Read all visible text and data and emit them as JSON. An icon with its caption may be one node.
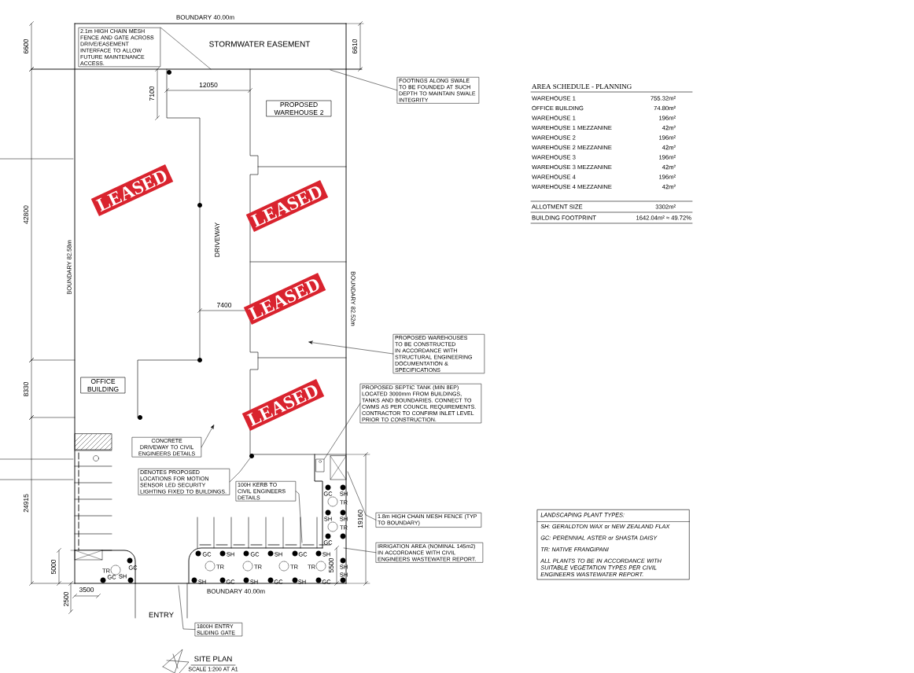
{
  "diagram": {
    "nodes": [
      {
        "text": [
          "2.1m HIGH CHAIN MESH FENCE AND GATE ACROSS DRIVE/EASEMENT INTERFACE TO ALLOW FUTURE MAINTENANCE ACCESS."
        ]
      },
      {
        "text": [
          "FOOTINGS ALONG SWALE TO BE FOUNDED AT SUCH DEPTH TO MAINTAIN SWALE INTEGRITY"
        ]
      },
      {
        "text": [
          "PROPOSED WAREHOUSE 2"
        ]
      },
      {
        "text": [
          "OFFICE BUILDING"
        ]
      },
      {
        "text": [
          "PROPOSED WAREHOUSES TO BE CONSTRUCTED IN ACCORDANCE WITH STRUCTURAL ENGINEERING DOCUMENTATION & SPECIFICATIONS"
        ]
      },
      {
        "text": [
          "PROPOSED SEPTIC TANK (MIN 8EP) LOCATED 3000mm FROM BUILDINGS, TANKS AND BOUNDARIES. CONNECT TO CWMS AS PER COUNCIL REQUIREMENTS. CONTRACTOR TO CONFIRM INLET LEVEL PRIOR TO CONSTRUCTION."
        ]
      },
      {
        "text": [
          "CONCRETE DRIVEWAY TO CIVIL ENGINEERS DETAILS"
        ]
      },
      {
        "text": [
          "DENOTES PROPOSED LOCATIONS FOR MOTION SENSOR LED SECURITY LIGHTING FIXED TO BUILDINGS."
        ]
      },
      {
        "text": [
          "100H KERB TO CIVIL ENGINEERS DETAILS"
        ]
      },
      {
        "text": [
          "1.8m HIGH CHAIN MESH FENCE (TYP TO BOUNDARY)"
        ]
      },
      {
        "text": [
          "IRRIGATION AREA (NOMINAL 145m2) IN ACCORDANCE WITH CIVIL ENGINEERS WASTEWATER REPORT."
        ]
      },
      {
        "text": [
          "1800H ENTRY SLIDING GATE"
        ]
      },
      {
        "text": [
          "LANDSCAPING PLANT TYPES:",
          "SH: GERALDTON WAX or NEW ZEALAND FLAX",
          "GC: PERENNIAL ASTER or SHASTA DAISY",
          "TR: NATIVE FRANGIPANI",
          "ALL PLANTS TO BE IN ACCORDANCE WITH SUITABLE VEGETATION TYPES PER CIVIL ENGINEERS WASTEWATER REPORT."
        ]
      },
      {
        "text": [],
        "shape": "circle"
      },
      {
        "text": [],
        "shape": "box"
      }
    ],
    "edges": [
      {
        "from": 0,
        "to": null,
        "arrow": "none"
      },
      {
        "from": 1,
        "to": null,
        "arrow": "none"
      },
      {
        "from": 4,
        "to": null,
        "arrow": "to"
      },
      {
        "from": 5,
        "to": 14,
        "arrow": "none"
      },
      {
        "from": 6,
        "to": null,
        "arrow": "to"
      },
      {
        "from": 7,
        "to": 13,
        "arrow": "none"
      },
      {
        "from": 8,
        "to": null,
        "arrow": "none"
      },
      {
        "from": 9,
        "to": null,
        "arrow": "none"
      },
      {
        "from": 10,
        "to": null,
        "arrow": "none"
      },
      {
        "from": 11,
        "to": null,
        "arrow": "none"
      }
    ],
    "labels": [
      "BOUNDARY 40.00m",
      "6600",
      "STORMWATER EASEMENT",
      "6610",
      "7100",
      "12050",
      "AREA SCHEDULE - PLANNING",
      "WAREHOUSE 1",
      "755.32m²",
      "OFFICE BUILDING",
      "74.80m²",
      "WAREHOUSE 1",
      "196m²",
      "WAREHOUSE 1 MEZZANINE",
      "42m²",
      "WAREHOUSE 2",
      "196m²",
      "WAREHOUSE 2 MEZZANINE",
      "42m²",
      "WAREHOUSE 3",
      "196m²",
      "WAREHOUSE 3 MEZZANINE",
      "42m²",
      "WAREHOUSE 4",
      "196m²",
      "WAREHOUSE 4 MEZZANINE",
      "42m²",
      "ALLOTMENT SIZE",
      "3302m²",
      "BUILDING FOOTPRINT",
      "1642.04m² ≈ 49.72%",
      "LEASED",
      "LEASED",
      "42800",
      "DRIVEWAY",
      "BOUNDARY 82.58m",
      "LEASED",
      "BOUNDARY 82.52m",
      "7400",
      "8330",
      "LEASED",
      "24915",
      "19160",
      "GC",
      "SH",
      "TR",
      "SH",
      "SH",
      "TR",
      "GC",
      "SH",
      "SH",
      "GC",
      "SH",
      "GC",
      "SH",
      "GC",
      "SH",
      "TR",
      "GC",
      "TR",
      "TR",
      "TR",
      "TR",
      "GC",
      "SH",
      "SH",
      "GC",
      "SH",
      "GC",
      "SH",
      "GC",
      "5000",
      "5500",
      "3500",
      "BOUNDARY 40.00m",
      "2500",
      "ENTRY",
      "SITE PLAN",
      "SCALE 1:200 AT A1"
    ]
  }
}
